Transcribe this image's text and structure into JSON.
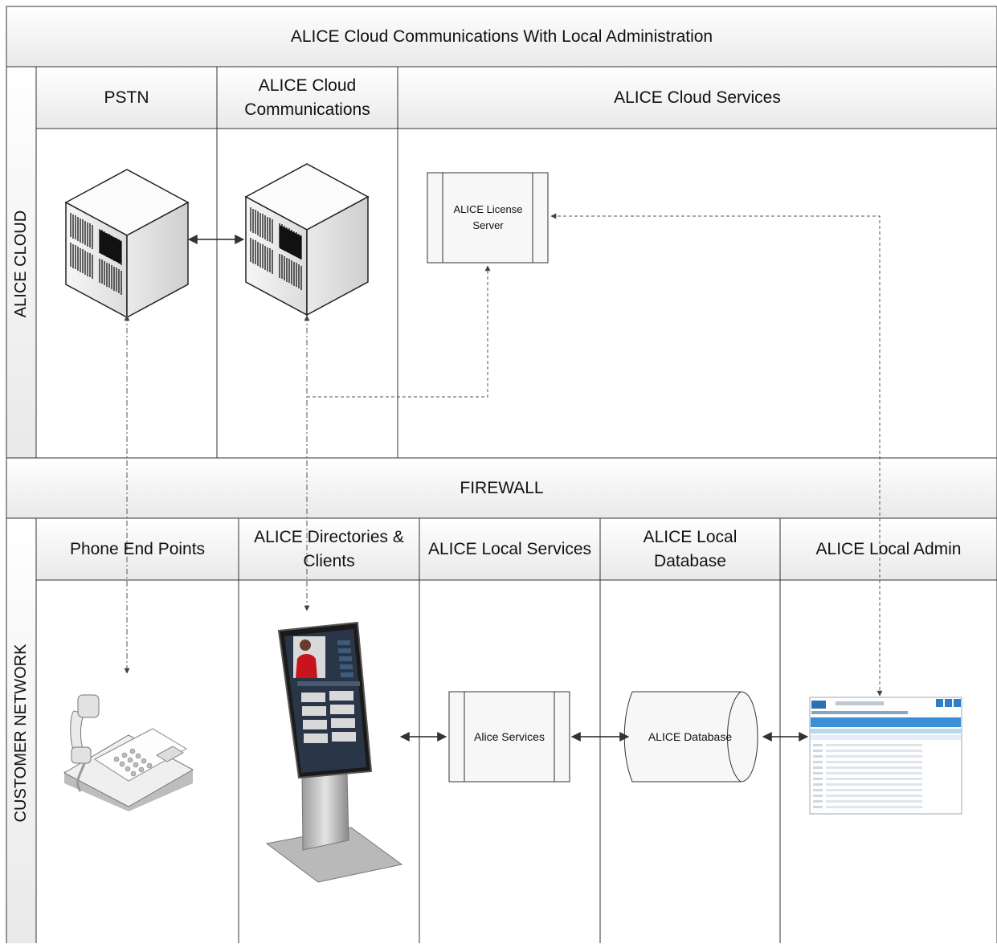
{
  "diagram": {
    "title": "ALICE Cloud Communications With Local Administration",
    "lanes": {
      "cloud": "ALICE CLOUD",
      "customer": "CUSTOMER NETWORK"
    },
    "firewall": "FIREWALL",
    "cloud_columns": [
      "PSTN",
      "ALICE Cloud Communications",
      "ALICE Cloud Services"
    ],
    "customer_columns": [
      "Phone End Points",
      "ALICE Directories & Clients",
      "ALICE Local Services",
      "ALICE Local Database",
      "ALICE Local Admin"
    ],
    "nodes": {
      "license_server": "ALICE License Server",
      "services": "Alice Services",
      "database": "ALICE Database"
    },
    "icons": [
      "pstn-server-icon",
      "cloud-comm-server-icon",
      "desk-phone-icon",
      "kiosk-icon",
      "admin-screenshot-icon"
    ]
  }
}
